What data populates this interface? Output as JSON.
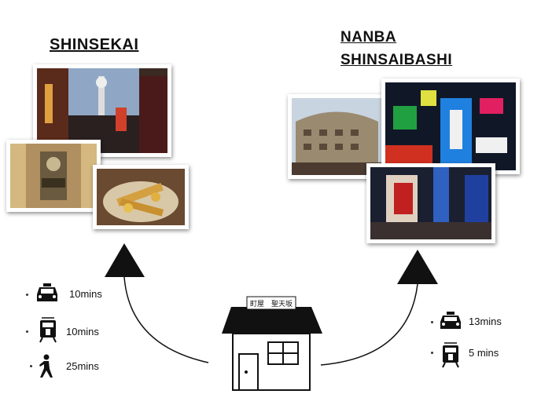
{
  "destinations": [
    {
      "name": "SHINSEKAI",
      "routes": [
        {
          "mode": "taxi",
          "time": "10mins"
        },
        {
          "mode": "train",
          "time": "10mins"
        },
        {
          "mode": "walk",
          "time": "25mins"
        }
      ]
    },
    {
      "name_line1": "NANBA",
      "name_line2": "SHINSAIBASHI",
      "routes": [
        {
          "mode": "taxi",
          "time": "13mins"
        },
        {
          "mode": "train",
          "time": "5 mins"
        }
      ]
    }
  ],
  "origin": {
    "sign": "町屋　聖天坂"
  }
}
